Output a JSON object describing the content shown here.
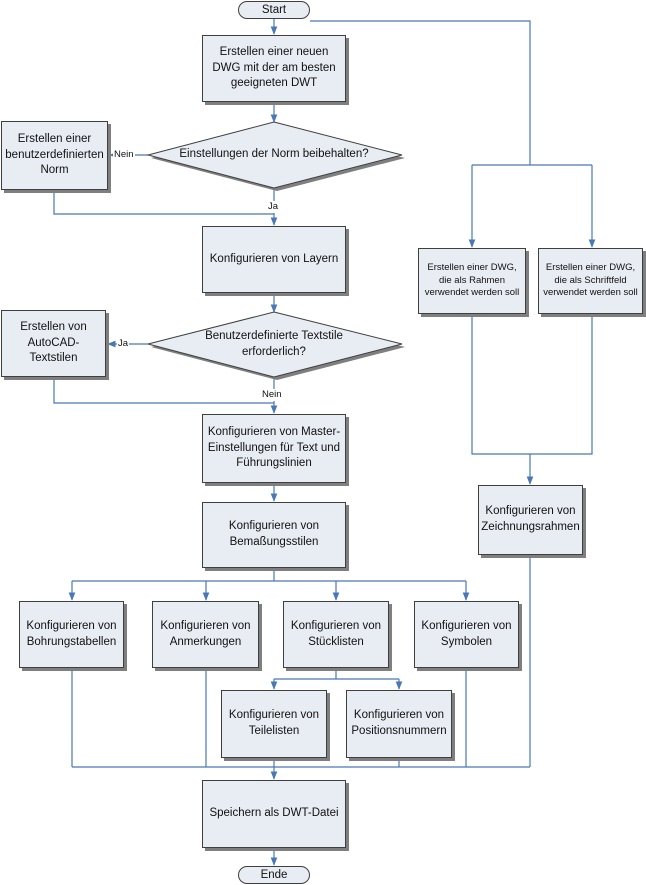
{
  "terminals": {
    "start": "Start",
    "end": "Ende"
  },
  "steps": {
    "create_dwg": "Erstellen einer neuen DWG mit der am besten geeigneten DWT",
    "custom_norm": "Erstellen einer benutzerdefinierten Norm",
    "layers": "Konfigurieren von Layern",
    "textstyles": "Erstellen von AutoCAD-Textstilen",
    "master": "Konfigurieren von Master-Einstellungen für Text und Führungslinien",
    "dimstyles": "Konfigurieren von Bemaßungsstilen",
    "holetables": "Konfigurieren von Bohrungstabellen",
    "annotations": "Konfigurieren von Anmerkungen",
    "bom": "Konfigurieren von Stücklisten",
    "symbols": "Konfigurieren von Symbolen",
    "partslists": "Konfigurieren von Teilelisten",
    "balloons": "Konfigurieren von Positionsnummern",
    "frame_dwg": "Erstellen einer DWG, die als Rahmen verwendet werden soll",
    "titleblock_dwg": "Erstellen einer DWG, die als Schriftfeld verwendet werden soll",
    "drawing_frames": "Konfigurieren von Zeichnungsrahmen",
    "save": "Speichern als DWT-Datei"
  },
  "decisions": {
    "keep_norm": "Einstellungen der Norm beibehalten?",
    "custom_textstyles": "Benutzerdefinierte Textstile erforderlich?"
  },
  "edge_labels": {
    "no_1": "Nein",
    "yes_1": "Ja",
    "yes_2": "Ja",
    "no_2": "Nein"
  },
  "colors": {
    "fill": "#e8ecf3",
    "border": "#3f3f3f",
    "shadow": "#7f7f7f",
    "connector": "#4a78b5"
  }
}
